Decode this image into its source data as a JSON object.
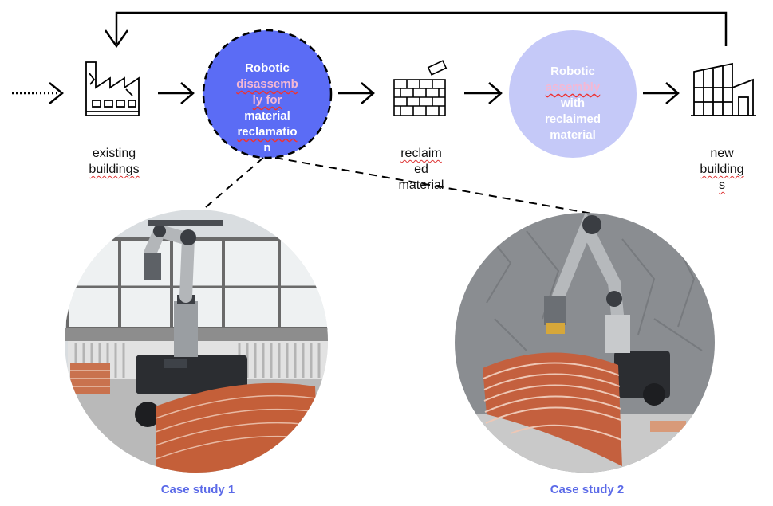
{
  "nodes": {
    "existing": {
      "label": [
        "existing",
        "buildings"
      ]
    },
    "disassembly": {
      "lines": [
        "Robotic",
        "disassemb",
        "ly for",
        "material",
        "reclamatio",
        "n"
      ],
      "color": "#5b6cf5"
    },
    "reclaimed": {
      "label": [
        "reclaim",
        "ed",
        "material"
      ]
    },
    "assembly": {
      "lines": [
        "Robotic",
        "assembly",
        "with",
        "reclaimed",
        "material"
      ],
      "color": "#c5c9f8"
    },
    "new": {
      "label": [
        "new",
        "building",
        "s"
      ]
    }
  },
  "case_studies": [
    {
      "label": "Case study 1"
    },
    {
      "label": "Case study 2"
    }
  ],
  "colors": {
    "accent": "#5b6ae8",
    "photo_floor": "#bdbdbd",
    "brick": "#c65a3a"
  }
}
